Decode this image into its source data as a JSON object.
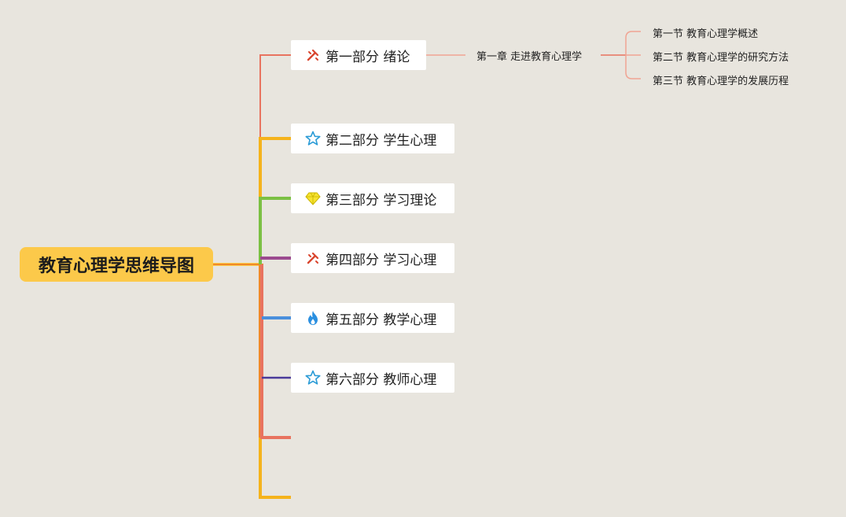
{
  "root": {
    "label": "教育心理学思维导图",
    "color": "#fcc94a"
  },
  "branches": [
    {
      "label": "第一部分 绪论",
      "icon": "tools-icon",
      "color": "#e8735f"
    },
    {
      "label": "第二部分 学生心理",
      "icon": "star-icon",
      "color": "#f5b31c"
    },
    {
      "label": "第三部分 学习理论",
      "icon": "diamond-icon",
      "color": "#7bc043"
    },
    {
      "label": "第四部分 学习心理",
      "icon": "tools-icon",
      "color": "#9b4a8f"
    },
    {
      "label": "第五部分 教学心理",
      "icon": "flame-icon",
      "color": "#4a8fdc"
    },
    {
      "label": "第六部分 教师心理",
      "icon": "star-icon",
      "color": "#4a3a9a"
    }
  ],
  "empty_branches": [
    {
      "color": "#e8735f"
    },
    {
      "color": "#f5b31c"
    }
  ],
  "chapter": {
    "label": "第一章 走进教育心理学",
    "color": "#f0a493"
  },
  "sections": [
    {
      "label": "第一节 教育心理学概述"
    },
    {
      "label": "第二节 教育心理学的研究方法"
    },
    {
      "label": "第三节 教育心理学的发展历程"
    }
  ]
}
